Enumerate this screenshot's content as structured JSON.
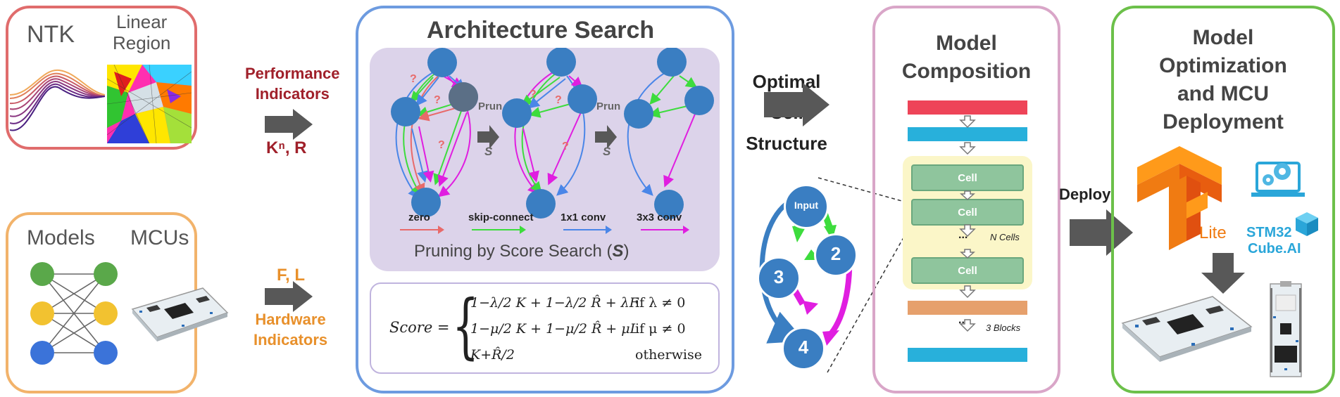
{
  "panel1": {
    "ntk_label": "NTK",
    "linear_region_label": "Linear\nRegion"
  },
  "arrow1": {
    "top": "Performance\nIndicators",
    "bottom": "Kⁿ, R"
  },
  "panel2": {
    "models_label": "Models",
    "mcus_label": "MCUs"
  },
  "arrow2": {
    "top": "F, L",
    "bottom": "Hardware\nIndicators"
  },
  "search": {
    "title": "Architecture Search",
    "prune1": "Prun",
    "prune1_s": "S",
    "prune2": "Prun",
    "prune2_s": "S",
    "question_mark": "?",
    "legend": [
      {
        "label": "zero",
        "color": "#e86a6a"
      },
      {
        "label": "skip-connect",
        "color": "#3ddc3d"
      },
      {
        "label": "1x1 conv",
        "color": "#4a86e8"
      },
      {
        "label": "3x3 conv",
        "color": "#e01ee0"
      }
    ],
    "caption_text": "Pruning by Score Search (",
    "caption_s": "S",
    "caption_end": ")"
  },
  "formula": {
    "lhs": "Score =",
    "rows": [
      {
        "expr": "1−λ/2 K + 1−λ/2 R̂ + λF",
        "cond": "if λ ≠ 0"
      },
      {
        "expr": "1−μ/2 K + 1−μ/2 R̂ + μL",
        "cond": "if μ ≠ 0"
      },
      {
        "expr": "K+R̂/2",
        "cond": "otherwise"
      }
    ]
  },
  "optimal": {
    "label": "Optimal\nCell\nStructure"
  },
  "cellgraph": {
    "input": "Input",
    "n2": "2",
    "n3": "3",
    "n4": "4"
  },
  "composition": {
    "title": "Model\nComposition",
    "cells": [
      "Cell",
      "Cell",
      "Cell"
    ],
    "n_cells": "N Cells",
    "blocks": "3 Blocks",
    "dots": "..."
  },
  "deploy": {
    "label": "Deploy"
  },
  "deployment": {
    "title": "Model\nOptimization\nand MCU\nDeployment",
    "lite": "Lite",
    "stm_line1": "STM32",
    "stm_line2": "Cube.AI"
  },
  "colors": {
    "panel1_border": "#e06c6c",
    "panel2_border": "#f2b36b",
    "search_border": "#6d9be0",
    "composition_border": "#d9a6c8",
    "deployment_border": "#6cc04a",
    "perf_text": "#a0202a",
    "hw_text": "#e8902b",
    "search_bg": "#dcd3ea"
  }
}
